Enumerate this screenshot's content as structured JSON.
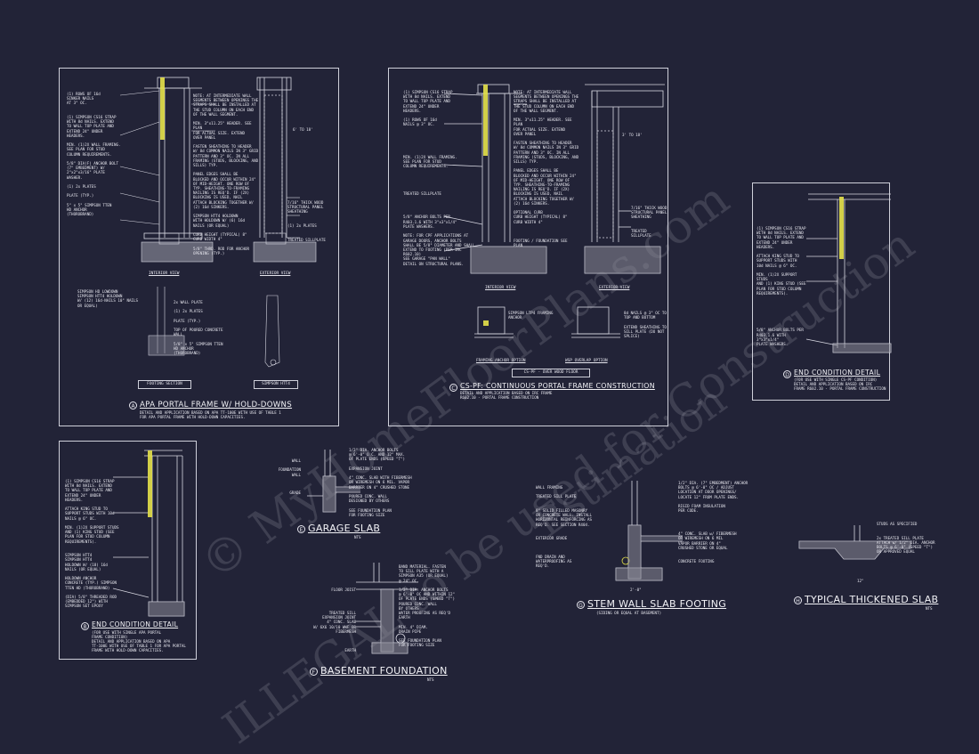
{
  "watermark": {
    "line1": "© MyHomeFloorPlans.com",
    "line2": "ILLEGAL to be used for Construction",
    "line3": "Estimation"
  },
  "panelA": {
    "letter": "A",
    "title": "APA PORTAL FRAME W/ HOLD-DOWNS",
    "sub": "DETAIL AND APPLICATION BASED ON APA TT-100E WITH USE OF TABLE 1\nFOR APA PORTAL FRAME WITH HOLD-DOWN CAPACITIES.",
    "notes_left": "(1) ROWS OF 16d\nSINKER NAILS\nAT 3\" OC.\n\n\n(1) SIMPSON CS16 STRAP\nWITH 8d NAILS. EXTEND\nTO WALL TOP PLATE AND\nEXTEND 24\" UNDER\nHEADERS.\n\nMIN. (1)2X WALL FRAMING.\nSEE PLAN FOR STUD\nCOLUMN REQUIREMENTS.\n\n5/8\" DIA(F) ANCHOR BOLT\n(7\" EMBEDMENT) W/\n2\"x2\"x3/16\" PLATE WASHER.\n\n(1) 2x PLATES\n\nPLATE (TYP.)\n\n5\" x 5\" SIMPSON TTEN\nHD ANCHOR\n(THOROBRAND)",
    "notes_mid": "NOTE: AT INTERMEDIATE WALL\nSEGMENTS BETWEEN OPENINGS THE\nSTRAPS SHALL BE INSTALLED AT\nTHE STUD COLUMN ON EACH END\nOF THE WALL SEGMENT.\n\nMIN. 3\"x11.25\" HEADER. SEE PLAN\nFOR ACTUAL SIZE. EXTEND\nOVER PANEL\n\nFASTEN SHEATHING TO HEADER\nW/ 8d COMMON NAILS IN 3\" GRID\nPATTERN AND 3\" OC. IN ALL\nFRAMING (STUDS, BLOCKING, AND\nSILLS) TYP.\n\nPANEL EDGES SHALL BE\nBLOCKED AND OCCUR WITHIN 24\"\nOF MID-HEIGHT. ONE ROW OF\nTYP. SHEATHING-TO-FRAMING\nNAILING IS REQ'D. IF (2X)\nBLOCKING IS USED, NAIL\nATTACH BLOCKING TOGETHER W/\n(2) 16d SINKERS.\n\nSIMPSON HTT4 HOLDOWN\nWITH HOLDOWN W/ (6) 16d\nNAILS (OR EQUAL)\n\nCURB HEIGHT (TYPICAL) 8\"\nCURB WIDTH 4\"\n\n5/8\" THRD. ROD FOR ANCHOR\nOPENING (TYP.)",
    "notes_right": "7/16\" THICK WOOD\nSTRUCTURAL PANEL\nSHEATHING\n\n\n(1) 2x PLATES\n\n\nTREATED SILLPLATE",
    "dim": "6' TO 18'",
    "interior": "INTERIOR VIEW",
    "exterior": "EXTERIOR VIEW",
    "footing_notes": "SIMPSON HD LOWDOWN\nSIMPSON HTT4 HOLDOWN\nW/ (12) 16d-NAILS 10\" NAILS\nOR EQUAL)",
    "footing_right": "2x WALL PLATE\n\n(1) 2x PLATES\n\nPLATE (TYP.)\n\nTOP OF POURED CONCRETE\nWALL\n\n5/8\" x 5\" SIMPSON TTEN\nHD ANCHOR\n(THOROBRAND)",
    "footing_section": "FOOTING SECTION",
    "htt4": "SIMPSON HTT4"
  },
  "panelB": {
    "letter": "B",
    "title": "END CONDITION DETAIL",
    "sub": "(FOR USE WITH SINGLE APA PORTAL\nFRAME CONDITION)\nDETAIL AND APPLICATION BASED ON APA\nTT-100E WITH USE OF TABLE 1 FOR APA PORTAL\nFRAME WITH HOLD-DOWN CAPACITIES.",
    "notes": "(1) SIMPSON CS16 STRAP\nWITH 8d NAILS. EXTEND\nTO WALL TOP PLATE AND\nEXTEND 24\" UNDER\nHEADERS.\n\nATTACH KING STUD TO\nSUPPORT STUDS WITH 10d\nNAILS @ 6\" OC.\n\nMIN. (1)2X SUPPORT STUDS\nAND (1) KING STUD (SEE\nPLAN FOR STUD COLUMN\nREQUIREMENTS).\n\n\nSIMPSON HTT4\nSIMPSON HTT4\nHOLDOWN W/ (18) 16d\nNAILS (OR EQUAL)\n\nHOLDOWN ANCHOR\nCONCRETE (TYP.) SIMPSON\nTTEN HD (THOROBRAND)\n\n(DIA) 5/8\" THREADED ROD\n(EMBEDDED 12\") WITH\nSIMPSON SET EPOXY"
  },
  "panelC": {
    "letter": "C",
    "title": "CS-PF: CONTINUOUS PORTAL FRAME CONSTRUCTION",
    "sub": "DETAIL AND APPLICATION BASED ON IRC FRAME\nR602.10 - PORTAL FRAME CONSTRUCTION",
    "notes_left": "(1) SIMPSON CS16 STRAP\nWITH 8d NAILS. EXTEND\nTO WALL TOP PLATE AND\nEXTEND 24\" UNDER\nHEADERS.\n\n(1) ROWS OF 16d\nNAILS @ 3\" OC.\n\n\n\n\n\n\nMIN. (1)2X WALL FRAMING.\nSEE PLAN FOR STUD\nCOLUMN REQUIREMENTS.\n\n\n\n\n\nTREATED SILLPLATE\n\n\n\n\n5/8\" ANCHOR BOLTS PER\nR403.1.6 WITH 3\"x3\"x1/4\"\nPLATE WASHERS.\n\nNOTE: FOR CPF APPLICATIONS AT\nGARAGE DOORS, ANCHOR BOLTS\nSHALL BE 5/8\" DIAMETER AND SHALL\nEXTEND TO FOOTING (PER IRC R602.10)\nSEE GARAGE \"PAN WALL\"\nDETAIL ON STRUCTURAL PLANS.",
    "notes_mid": "NOTE: AT INTERMEDIATE WALL\nSEGMENTS BETWEEN OPENINGS THE\nSTRAPS SHALL BE INSTALLED AT\nTHE STUD COLUMN ON EACH END\nOF THE WALL SEGMENT.\n\nMIN. 3\"x11.25\" HEADER. SEE PLAN\nFOR ACTUAL SIZE. EXTEND\nOVER PANEL\n\nFASTEN SHEATHING TO HEADER\nW/ 8d COMMON NAILS IN 3\" GRID\nPATTERN AND 3\" OC. IN ALL\nFRAMING (STUDS, BLOCKING, AND\nSILLS) TYP.\n\nPANEL EDGES SHALL BE\nBLOCKED AND OCCUR WITHIN 24\"\nOF MID-HEIGHT. ONE ROW OF\nTYP. SHEATHING-TO-FRAMING\nNAILING IS REQ'D. IF (2X)\nBLOCKING IS USED, NAIL\nATTACH BLOCKING TOGETHER W/\n(2) 16d SINKERS.\n\nOPTIONAL CURB\nCURB HEIGHT (TYPICAL) 8\"\nCURB WIDTH 4\"\n\n\n\nFOOTING / FOUNDATION SEE\nPLAN",
    "notes_right": "7/16\" THICK WOOD\nSTRUCTURAL PANEL\nSHEATHING\n\n\nTREATED SILLPLATE",
    "dim": "3' TO 18'",
    "interior": "INTERIOR VIEW",
    "exterior": "EXTERIOR VIEW",
    "anchor_note": "SIMPSON LTP4 FRAMING\nANCHOR",
    "overlap_note": "8d NAILS @ 3\" OC TO\nTOP AND BOTTOM\n\nEXTEND SHEATHING TO\nSILL PLATE (DO NOT\nSPLICE)",
    "anchor_label": "FRAMING ANCHOR OPTION",
    "overlap_label": "WSP OVERLAP OPTION",
    "box": "CS-PF - OVER WOOD FLOOR"
  },
  "panelD": {
    "letter": "D",
    "title": "END CONDITION DETAIL",
    "sub": "(FOR USE WITH SINGLE CS-PF CONDITION)\nDETAIL AND APPLICATION BASED ON IRC\nFRAME R602.10 - PORTAL FRAME CONSTRUCTION",
    "notes": "(1) SIMPSON CS16 STRAP\nWITH 8d NAILS. EXTEND\nTO WALL TOP PLATE AND\nEXTEND 24\" UNDER\nHEADERS.\n\nATTACH KING STUD TO\nSUPPORT STUDS WITH\n10d NAILS @ 6\" OC.\n\nMIN. (1)2X SUPPORT STUDS\nAND (1) KING STUD (SEE\nPLAN FOR STUD COLUMN\nREQUIREMENTS).\n\n\n\n\n\n\n\n5/8\" ANCHOR BOLTS PER\nR403.1.6 WITH 3\"x3\"x1/4\"\nPLATE WASHERS."
  },
  "panelE": {
    "letter": "E",
    "title": "GARAGE SLAB",
    "nts": "NTS",
    "left": "WALL\n\nFOUNDATION\nWALL\n\n\n\nGRADE",
    "right": "1/2\" DIA. ANCHOR BOLTS\n@ 6'-0\" O.C. AND 12\" MAX.\nOF PLATE ENDS (SPEED \"T\")\n\nEXPANSION JOINT\n\n4\" CONC. SLAB WITH FIBERMESH\nOR WIREMESH ON 6 MIL. VAPOR\nBARRIER ON 4\" CRUSHED STONE\n\nPOURED CONC. WALL\nDESIGNED BY OTHERS\n\nSEE FOUNDATION PLAN\nFOR FOOTING SIZE"
  },
  "panelF": {
    "letter": "F",
    "title": "BASEMENT FOUNDATION",
    "nts": "NTS",
    "left": "FLOOR JOIST\n\n\n\n\nTREATED SILL\nEXPANSION JOINT\n4\" CONC. SLAB\nW/ 6X6 10/10 WWF OR\nFIBERMESH\n\n\n\nEARTH",
    "right": "BAND MATERIAL. FASTEN\nTO SILL PLATE WITH A\nSIMPSON A35 (OR EQUAL)\n@ 24\" OC.\n\n1/2\" DIA. ANCHOR BOLTS\n@ 6'-0\" OC AND WITHIN 12\"\nOF PLATE ENDS (SPEED \"T\")\nPOURED CONC. WALL\nBY OTHERS\nWATER PROOFING AS REQ'D\nEARTH\n\nMIN. 4\" DIAM.\nDRAIN PIPE\n\nSEE FOUNDATION PLAN\nFOR FOOTING SIZE"
  },
  "panelG": {
    "letter": "G",
    "title": "STEM WALL SLAB FOOTING",
    "sub": "(SIDING OR EQUAL AT BASEMENT)",
    "left": "WALL FRAMING\n\nTREATED SILL PLATE\n\n\n8\" SOLID FILLED MASONRY\nOR CONCRETE WALL. INSTALL\nHORIZONTAL REINFORCING AS\nREQ'D. SEE SECTION R404.\n\n\nEXTERIOR GRADE\n\n\n\nFND DRAIN AND\nWATERPROOFING AS\nREQ'D.",
    "right": "1/2\" DIA. (7\" EMBEDMENT) ANCHOR\nBOLTS @ 6'-0\" OC / ADJUST\nLOCATION AT DOOR OPENINGS/\nLOCATE 12\" FROM PLATE ENDS.\n\nRIGID FOAM INSULATION\nPER CODE.\n\n\n\n\n4\" CONC. SLAB w/ FIBERMESH\nOR WIREMESH ON 6 MIL\nVAPOR BARRIER ON 4\"\nCRUSHED STONE OR EQUAL\n\n\nCONCRETE FOOTING",
    "dim": "2'-0\""
  },
  "panelH": {
    "letter": "H",
    "title": "TYPICAL THICKENED SLAB",
    "nts": "NTS",
    "right": "STUDS AS SPECIFIED\n\n\n2x TREATED SILL PLATE\nATTACH w/ 1/2\" DIA. ANCHOR\nBOLTS @ 6'-0\" (SPEED \"T\")\nOR APPROVED EQUAL",
    "dim": "12\""
  }
}
